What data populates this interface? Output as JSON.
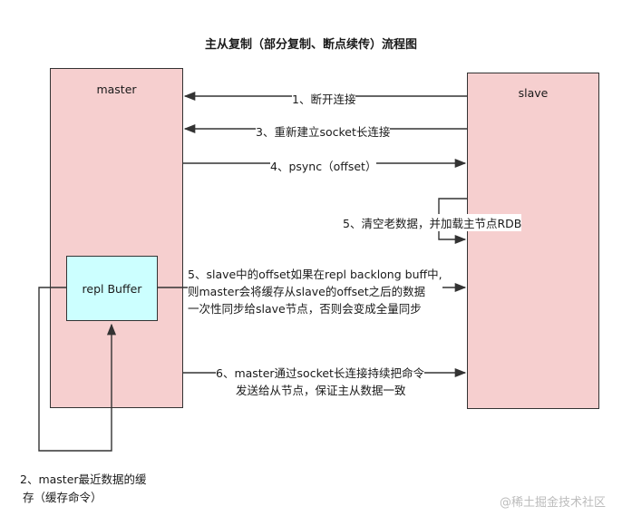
{
  "title": "主从复制（部分复制、断点续传）流程图",
  "nodes": {
    "master": "master",
    "slave": "slave",
    "repl_buffer": "repl Buffer"
  },
  "steps": {
    "s1": "1、断开连接",
    "s2_line1": "2、master最近数据的缓",
    "s2_line2": "存（缓存命令）",
    "s3": "3、重新建立socket长连接",
    "s4": "4、psync（offset）",
    "s5a": "5、清空老数据，并加载主节点RDB",
    "s5b_line1": "5、slave中的offset如果在repl backlong buff中,",
    "s5b_line2": "则master会将缓存从slave的offset之后的数据",
    "s5b_line3": "一次性同步给slave节点，否则会变成全量同步",
    "s6_line1": "6、master通过socket长连接持续把命令",
    "s6_line2": "发送给从节点，保证主从数据一致"
  },
  "watermark": "@稀土掘金技术社区",
  "colors": {
    "node_fill": "#f6cfcf",
    "buffer_fill": "#ccffff",
    "stroke": "#333333"
  }
}
